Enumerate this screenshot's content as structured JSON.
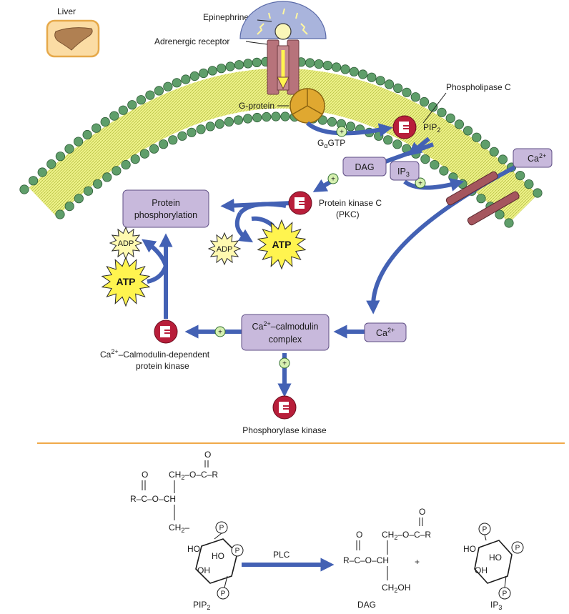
{
  "tissue": {
    "label": "Liver"
  },
  "hormone": {
    "label": "Epinephrine"
  },
  "receptor": {
    "label": "Adrenergic receptor"
  },
  "g_protein": {
    "label": "G-protein",
    "galpha": "G",
    "galpha_sub": "α",
    "galpha_suffix": "GTP"
  },
  "plc": {
    "label": "Phospholipase C"
  },
  "pip2": {
    "label": "PIP",
    "sub": "2"
  },
  "dag": {
    "label": "DAG"
  },
  "ip3": {
    "label": "IP",
    "sub": "3"
  },
  "calcium_channel": {
    "label": "Ca",
    "sup": "2+"
  },
  "pkc": {
    "label_line1": "Protein kinase C",
    "label_line2": "(PKC)"
  },
  "protein_phos": {
    "line1": "Protein",
    "line2": "phosphorylation"
  },
  "atp": {
    "label": "ATP"
  },
  "adp": {
    "label": "ADP"
  },
  "calmodulin_complex": {
    "pre": "Ca",
    "sup": "2+",
    "post": "–calmodulin",
    "line2": "complex"
  },
  "cytosol_calcium": {
    "label": "Ca",
    "sup": "2+"
  },
  "cam_kinase": {
    "pre": "Ca",
    "sup": "2+",
    "post": "–Calmodulin-dependent",
    "line2": "protein kinase"
  },
  "phosphorylase_kinase": {
    "label": "Phosphorylase kinase"
  },
  "plus": "+",
  "chemistry": {
    "arrow_label": "PLC",
    "plus_sign": "+",
    "pip2_name": "PIP",
    "pip2_sub": "2",
    "dag_name": "DAG",
    "ip3_name": "IP",
    "ip3_sub": "3",
    "P": "P",
    "O": "O",
    "R_C_O_CH": "R–C–O–CH",
    "CH2_O_C_R_a": "CH",
    "CH2_sub": "2",
    "CH2_O_C_R_b": "–O–C–R",
    "CH2_P_a": "CH",
    "CH2_P_b": "–",
    "CH2OH_a": "CH",
    "CH2OH_b": "OH",
    "HO": "HO",
    "OH": "OH"
  },
  "colors": {
    "membrane_tails": "#e6eb72",
    "membrane_heads": "#5f9e6a",
    "box_fill": "#c8b9dc",
    "arrow_blue": "#4361b4",
    "enzyme_red": "#b81e3a",
    "g_protein": "#e0a830",
    "atp_yellow": "#fff44f",
    "adp_yellow": "#fff9b0",
    "plus_green": "#d6f0b0",
    "divider": "#f0a94a",
    "receptor": "#b7737b"
  }
}
